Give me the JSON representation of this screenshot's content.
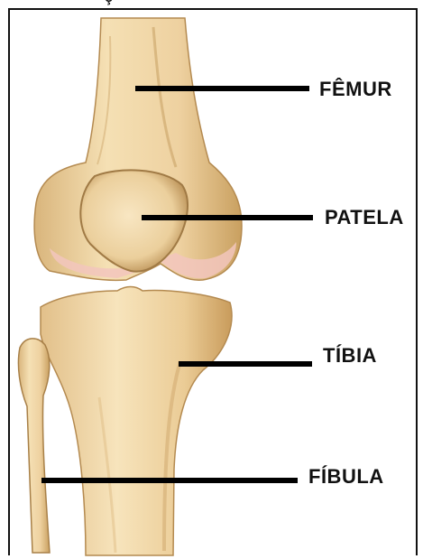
{
  "labels": {
    "femur": "FÊMUR",
    "patela": "PATELA",
    "tibia": "TÍBIA",
    "fibula": "FÍBULA"
  },
  "top_fragment": "ç",
  "colors": {
    "bone": "#f0d7a6",
    "bone_shadow": "#c9a56b",
    "cartilage": "#f4c8c0",
    "line": "#000000"
  }
}
